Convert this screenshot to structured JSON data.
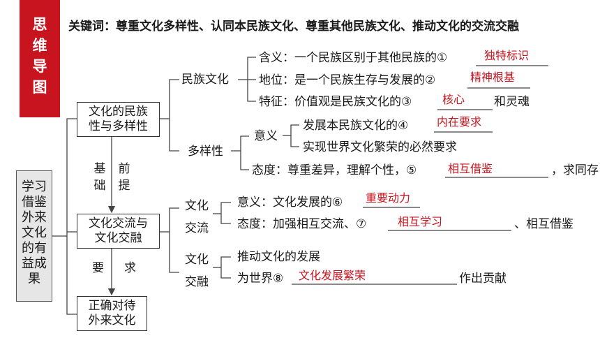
{
  "badge": {
    "chars": [
      "思",
      "维",
      "导",
      "图"
    ]
  },
  "keywords": "关键词：尊重文化多样性、认同本民族文化、尊重其他民族文化、推动文化的交流交融",
  "root": {
    "lines": [
      "学习",
      "借鉴",
      "外来",
      "文化",
      "的有",
      "益成",
      "果"
    ]
  },
  "box1": {
    "lines": [
      "文化的民族",
      "性与多样性"
    ]
  },
  "box2": {
    "lines": [
      "文化交流与",
      "文化交融"
    ]
  },
  "box3": {
    "lines": [
      "正确对待",
      "外来文化"
    ]
  },
  "arrow1": {
    "left": [
      "基",
      "础"
    ],
    "right": [
      "前",
      "提"
    ]
  },
  "arrow2": {
    "left": "要",
    "right": "求"
  },
  "minzu": {
    "label": "民族文化",
    "items": [
      {
        "text": "含义：一个民族区别于其他民族的①",
        "answer": "独特标识"
      },
      {
        "text": "地位：是一个民族生存与发展的②",
        "answer": "精神根基"
      },
      {
        "text": "特征：价值观是民族文化的③",
        "answer": "核心",
        "suffix": "和灵魂"
      }
    ]
  },
  "duoyang": {
    "label": "多样性",
    "yiyi": {
      "label": "意义",
      "items": [
        {
          "text": "发展本民族文化的④",
          "answer": "内在要求"
        },
        {
          "text": "实现世界文化繁荣的必然要求"
        }
      ]
    },
    "taidu": {
      "text": "态度：尊重差异，理解个性，⑤",
      "answer": "相互借鉴",
      "suffix": "，求同存"
    }
  },
  "jiaoliu": {
    "label": [
      "文化",
      "交流"
    ],
    "items": [
      {
        "text": "意义：文化发展的⑥",
        "answer": "重要动力"
      },
      {
        "text": "态度：加强相互交流、⑦",
        "answer": "相互学习",
        "suffix": "、相互借鉴"
      }
    ]
  },
  "jiaorong": {
    "label": [
      "文化",
      "交融"
    ],
    "items": [
      {
        "text": "推动文化的发展"
      },
      {
        "text": "为世界⑧",
        "answer": "文化发展繁荣",
        "suffix": "作出贡献"
      }
    ]
  }
}
